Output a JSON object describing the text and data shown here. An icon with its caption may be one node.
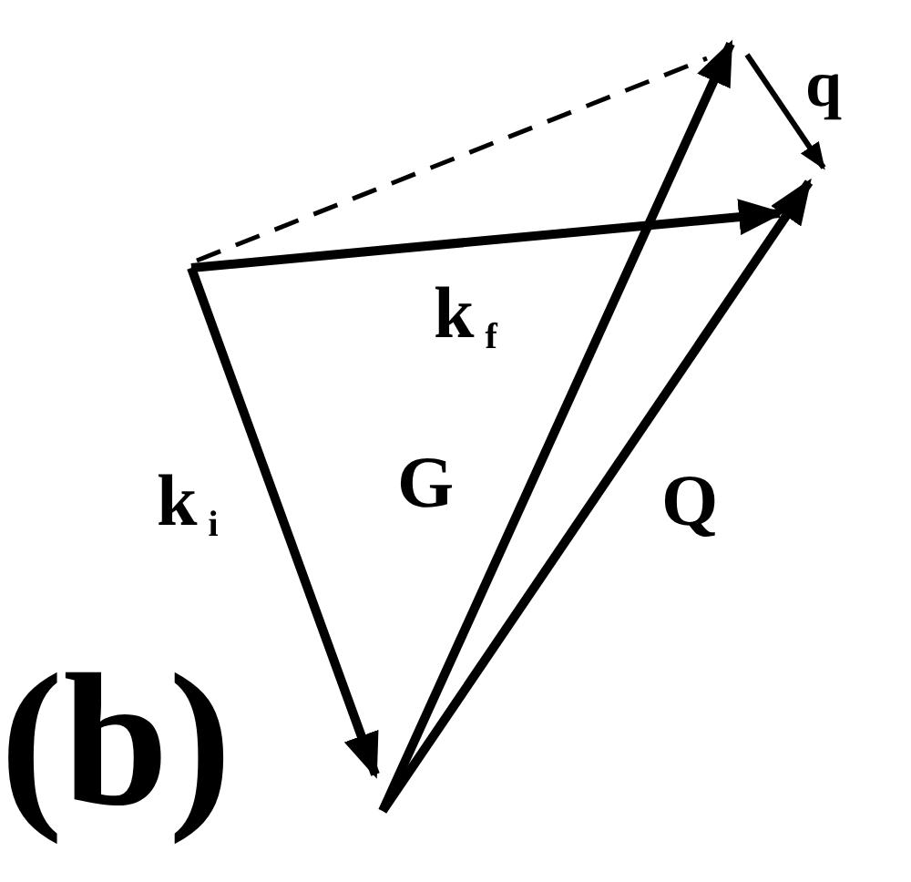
{
  "diagram": {
    "labels": [
      "q",
      "k$_{f}$",
      "k$_{i}$",
      "G",
      "Q",
      "(b)"
    ]
  }
}
